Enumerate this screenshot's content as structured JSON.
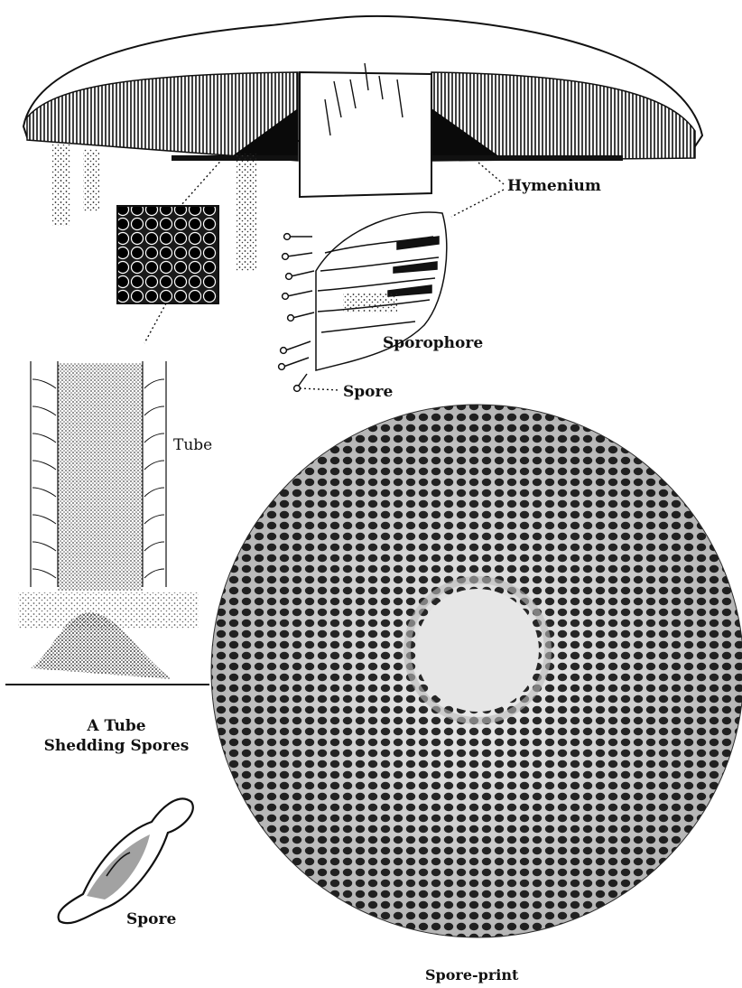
{
  "labels": {
    "hymenium": "Hymenium",
    "sporophore": "Sporophore",
    "spore_top": "Spore",
    "tube": "Tube",
    "caption_line1": "A Tube",
    "caption_line2": "Shedding Spores",
    "spore_bottom": "Spore",
    "spore_print": "Spore-print"
  },
  "colors": {
    "ink": "#111111",
    "paper": "#ffffff",
    "print_cells": "#2a2a2a",
    "print_center": "#e6e6e6"
  }
}
